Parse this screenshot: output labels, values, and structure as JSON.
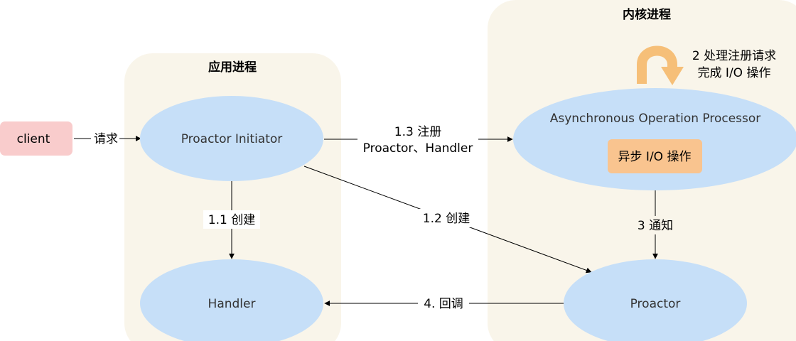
{
  "containers": {
    "app_process": {
      "title": "应用进程"
    },
    "kernel_process": {
      "title": "内核进程"
    }
  },
  "nodes": {
    "client": {
      "label": "client"
    },
    "proactor_initiator": {
      "label": "Proactor Initiator"
    },
    "handler": {
      "label": "Handler"
    },
    "async_processor": {
      "label": "Asynchronous Operation Processor"
    },
    "async_io": {
      "label": "异步 I/O 操作"
    },
    "proactor": {
      "label": "Proactor"
    }
  },
  "edges": {
    "request": {
      "label": "请求"
    },
    "create_handler": {
      "label": "1.1 创建"
    },
    "create_proactor": {
      "label": "1.2 创建"
    },
    "register": {
      "line1": "1.3 注册",
      "line2": "Proactor、Handler"
    },
    "notify": {
      "label": "3 通知"
    },
    "callback": {
      "label": "4. 回调"
    },
    "process_register": {
      "line1": "2 处理注册请求",
      "line2": "完成 I/O 操作"
    }
  },
  "colors": {
    "container_fill": "#f9f5ea",
    "ellipse_fill": "#c6dff8",
    "client_fill": "#f9cccc",
    "async_fill": "#f9c48f",
    "loop_arrow": "#f6bf78"
  }
}
